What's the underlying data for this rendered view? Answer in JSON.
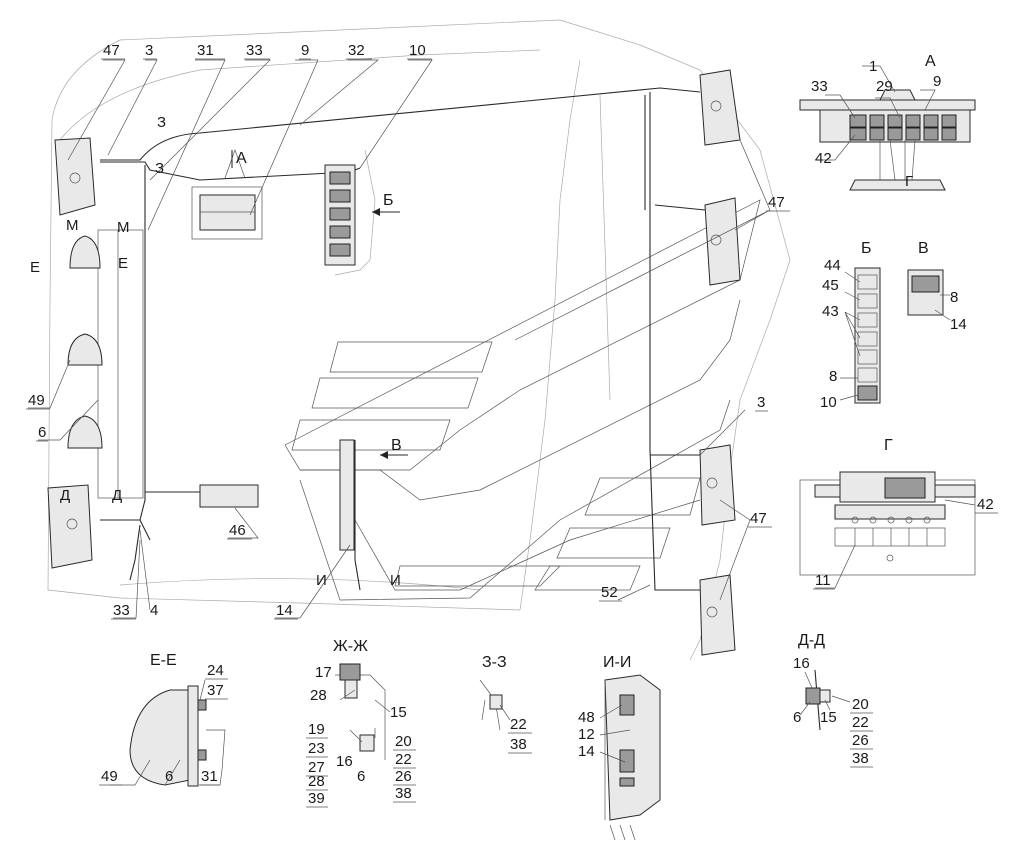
{
  "drawing": {
    "view_letters": {
      "A_main": "А",
      "A_detail": "А",
      "B_arrow": "Б",
      "B_detail": "Б",
      "V_arrow": "В",
      "V_detail": "В",
      "G_detail": "Г",
      "G_mark": "Г"
    },
    "section_marks": [
      "М",
      "М",
      "Е",
      "Е",
      "Д",
      "Д",
      "З",
      "З",
      "И",
      "И"
    ],
    "section_titles": {
      "ee": "Е-Е",
      "zhzh": "Ж-Ж",
      "zz": "З-З",
      "ii": "И-И",
      "dd": "Д-Д"
    },
    "callouts_main": {
      "c47a": "47",
      "c3a": "3",
      "c31": "31",
      "c33a": "33",
      "c9a": "9",
      "c32": "32",
      "c10a": "10",
      "c47b": "47",
      "c49a": "49",
      "c6a": "6",
      "c46": "46",
      "c33b": "33",
      "c4": "4",
      "c14a": "14",
      "c3b": "3",
      "c47c": "47",
      "c52": "52"
    },
    "callouts_details": {
      "a1": "1",
      "a29": "29",
      "a33": "33",
      "a9": "9",
      "a42": "42",
      "b44": "44",
      "b45": "45",
      "b43": "43",
      "b8": "8",
      "b10": "10",
      "v8": "8",
      "v14": "14",
      "g42": "42",
      "g11": "11",
      "ee24": "24",
      "ee37": "37",
      "ee49": "49",
      "ee6": "6",
      "ee31": "31",
      "zh17": "17",
      "zh28a": "28",
      "zh19": "19",
      "zh23": "23",
      "zh27": "27",
      "zh28b": "28",
      "zh39": "39",
      "zh15": "15",
      "zh16": "16",
      "zh6": "6",
      "zh20": "20",
      "zh22": "22",
      "zh26": "26",
      "zh38": "38",
      "zz22": "22",
      "zz38": "38",
      "ii48": "48",
      "ii12": "12",
      "ii14": "14",
      "dd16": "16",
      "dd6": "6",
      "dd15": "15",
      "dd20": "20",
      "dd22": "22",
      "dd26": "26",
      "dd38": "38"
    }
  }
}
